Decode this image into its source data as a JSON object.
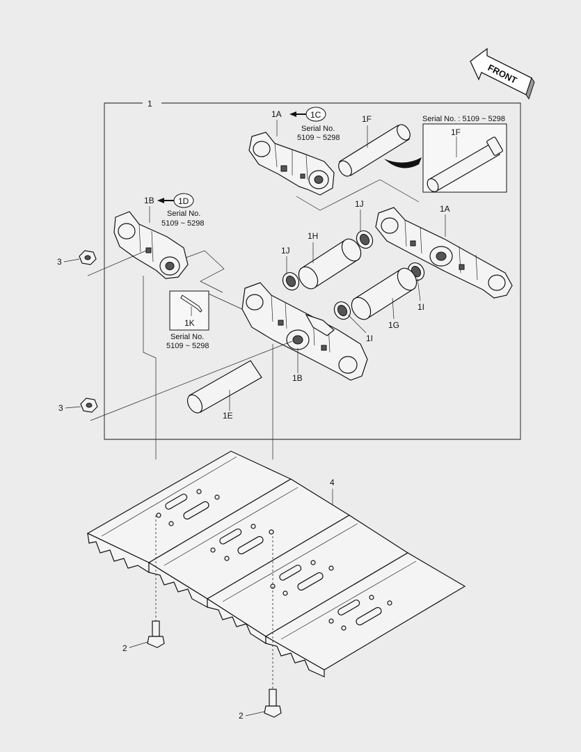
{
  "labels": {
    "front": "FRONT",
    "group": "1",
    "p1A_top": "1A",
    "p1C": "1C",
    "serial_top_1": "Serial No.",
    "serial_top_2": "5109 ~ 5298",
    "p1F": "1F",
    "box_serial": "Serial No. : 5109 ~ 5298",
    "box_1F": "1F",
    "p1B_top": "1B",
    "p1D": "1D",
    "serial_left_1": "Serial No.",
    "serial_left_2": "5109 ~ 5298",
    "p1J_upper": "1J",
    "p1A_right": "1A",
    "p1H": "1H",
    "p1J_lower": "1J",
    "p3_upper": "3",
    "p1K": "1K",
    "serial_1K_1": "Serial No.",
    "serial_1K_2": "5109 ~ 5298",
    "p1I_right": "1I",
    "p1G": "1G",
    "p1I_lower": "1I",
    "p1B_lower": "1B",
    "p3_lower": "3",
    "p1E": "1E",
    "p4": "4",
    "p2_left": "2",
    "p2_bottom": "2"
  }
}
